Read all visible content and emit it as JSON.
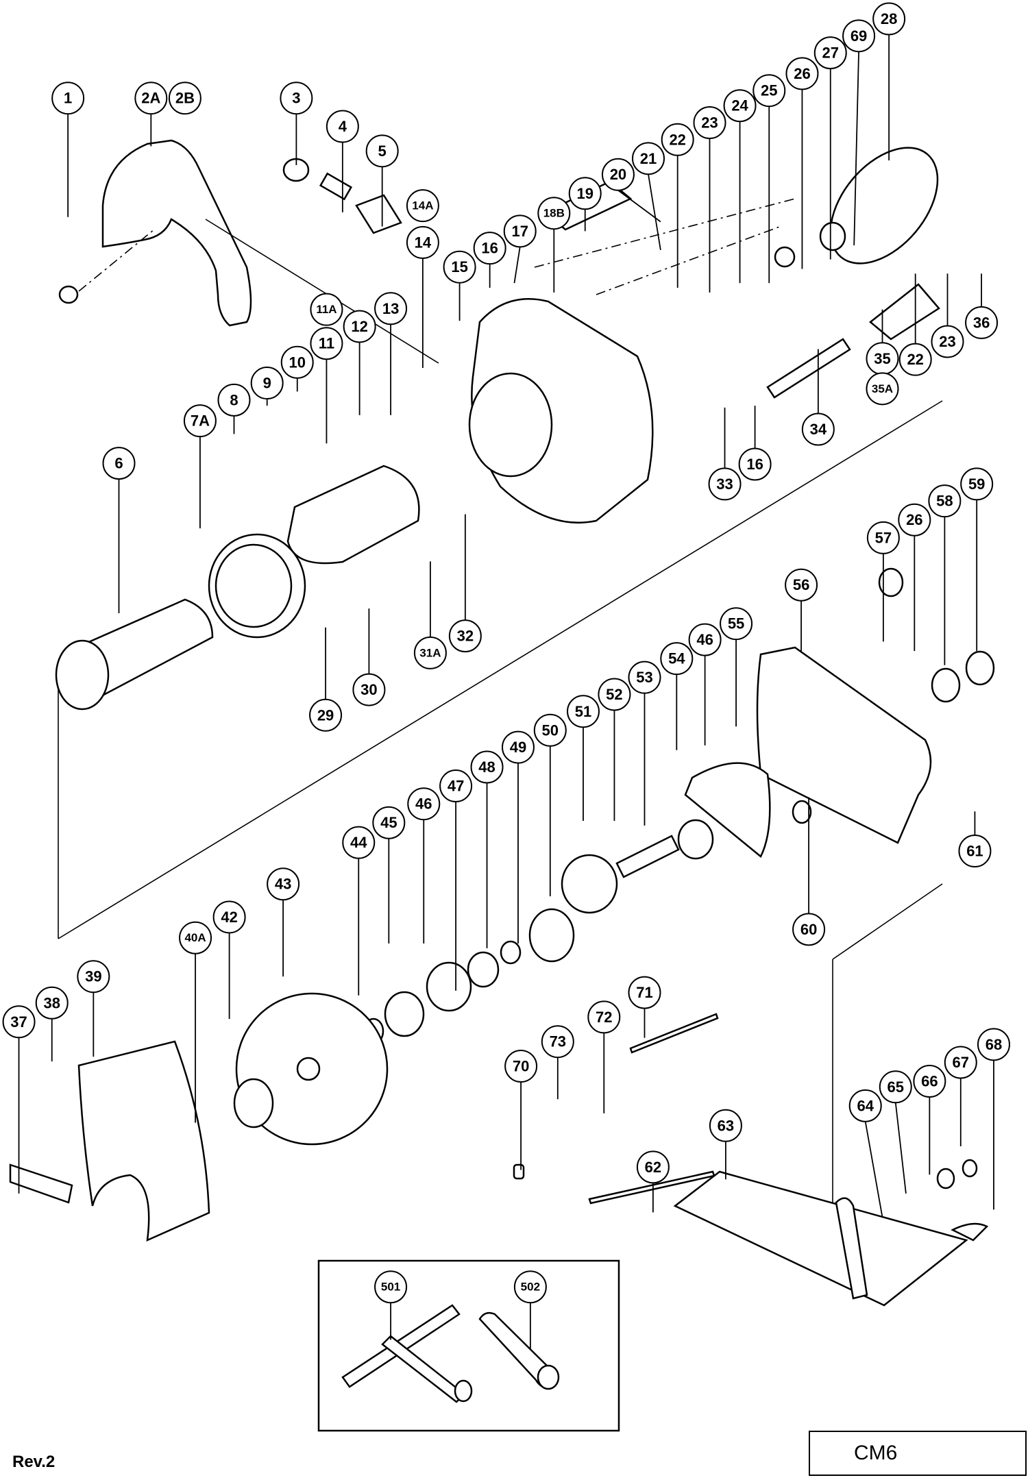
{
  "diagram": {
    "model": "CM6",
    "revision": "Rev.2",
    "callouts": [
      "1",
      "2A",
      "2B",
      "3",
      "4",
      "5",
      "14A",
      "14",
      "15",
      "16",
      "17",
      "18B",
      "19",
      "20",
      "21",
      "22",
      "23",
      "24",
      "25",
      "26",
      "27",
      "69",
      "28",
      "11A",
      "11",
      "12",
      "13",
      "10",
      "9",
      "8",
      "7A",
      "6",
      "36",
      "23b",
      "22b",
      "35",
      "35A",
      "34",
      "16b",
      "33",
      "31A",
      "32",
      "30",
      "29",
      "57",
      "26b",
      "58",
      "59",
      "56",
      "55",
      "54",
      "46",
      "53",
      "52",
      "51",
      "50",
      "49",
      "48",
      "47",
      "46b",
      "45",
      "44",
      "43",
      "42",
      "40A",
      "39",
      "38",
      "37",
      "61",
      "60",
      "71",
      "72",
      "73",
      "70",
      "62",
      "63",
      "64",
      "65",
      "66",
      "67",
      "68",
      "501",
      "502"
    ],
    "labels": {
      "c1": "1",
      "c2A": "2A",
      "c2B": "2B",
      "c3": "3",
      "c4": "4",
      "c5": "5",
      "c14A": "14A",
      "c14": "14",
      "c15": "15",
      "c16": "16",
      "c17": "17",
      "c18B": "18B",
      "c19": "19",
      "c20": "20",
      "c21": "21",
      "c22": "22",
      "c23": "23",
      "c24": "24",
      "c25": "25",
      "c26": "26",
      "c27": "27",
      "c69": "69",
      "c28": "28",
      "c11A": "11A",
      "c11": "11",
      "c12": "12",
      "c13": "13",
      "c10": "10",
      "c9": "9",
      "c8": "8",
      "c7A": "7A",
      "c6": "6",
      "c36": "36",
      "c23b": "23",
      "c22b": "22",
      "c35": "35",
      "c35A": "35A",
      "c34": "34",
      "c16b": "16",
      "c33": "33",
      "c31A": "31A",
      "c32": "32",
      "c30": "30",
      "c29": "29",
      "c57": "57",
      "c26b": "26",
      "c58": "58",
      "c59": "59",
      "c56": "56",
      "c55": "55",
      "c54": "54",
      "c46": "46",
      "c53": "53",
      "c52": "52",
      "c51": "51",
      "c50": "50",
      "c49": "49",
      "c48": "48",
      "c47": "47",
      "c46b": "46",
      "c45": "45",
      "c44": "44",
      "c43": "43",
      "c42": "42",
      "c40A": "40A",
      "c39": "39",
      "c38": "38",
      "c37": "37",
      "c61": "61",
      "c60": "60",
      "c71": "71",
      "c72": "72",
      "c73": "73",
      "c70": "70",
      "c62": "62",
      "c63": "63",
      "c64": "64",
      "c65": "65",
      "c66": "66",
      "c67": "67",
      "c68": "68",
      "c501": "501",
      "c502": "502"
    }
  }
}
